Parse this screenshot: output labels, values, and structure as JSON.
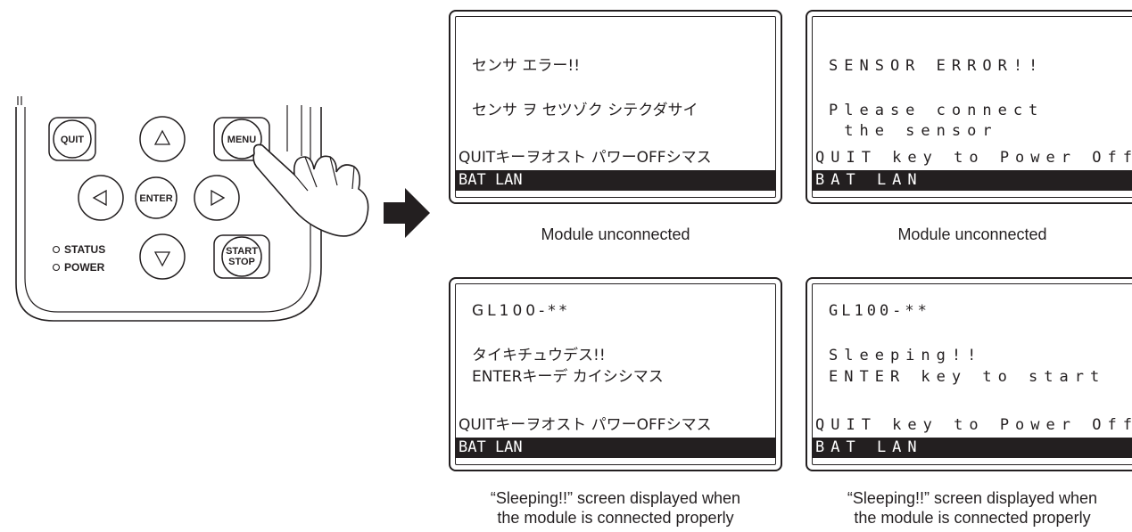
{
  "device": {
    "buttons": {
      "quit": "QUIT",
      "menu": "MENU",
      "enter": "ENTER",
      "start": "START",
      "stop": "STOP"
    },
    "leds": {
      "status": "STATUS",
      "power": "POWER"
    }
  },
  "screens": {
    "sensor_error_jp": {
      "line1": "センサ エラー!!",
      "line2": "センサ ヲ セツゾク シテクダサイ",
      "line3": "QUITキーヲオスト パワーOFFシマス",
      "bar": "BAT LAN"
    },
    "sensor_error_en": {
      "line1": "SENSOR ERROR!!",
      "line2": "Please connect",
      "line3": " the sensor",
      "line4": "QUIT key to Power Off",
      "bar": "BAT LAN"
    },
    "sleeping_jp": {
      "line1": "GL100-**",
      "line2": "タイキチュウデス!!",
      "line3": "ENTERキーデ カイシシマス",
      "line4": "QUITキーヲオスト パワーOFFシマス",
      "bar": "BAT LAN"
    },
    "sleeping_en": {
      "line1": "GL100-**",
      "line2": "Sleeping!!",
      "line3": "ENTER key to start",
      "line4": "QUIT key to Power Off",
      "bar": "BAT LAN"
    }
  },
  "captions": {
    "top_left": "Module unconnected",
    "top_right": "Module unconnected",
    "bottom_left_1": "“Sleeping!!” screen displayed when",
    "bottom_left_2": "the module is connected properly",
    "bottom_right_1": "“Sleeping!!” screen displayed when",
    "bottom_right_2": "the module is connected properly"
  }
}
